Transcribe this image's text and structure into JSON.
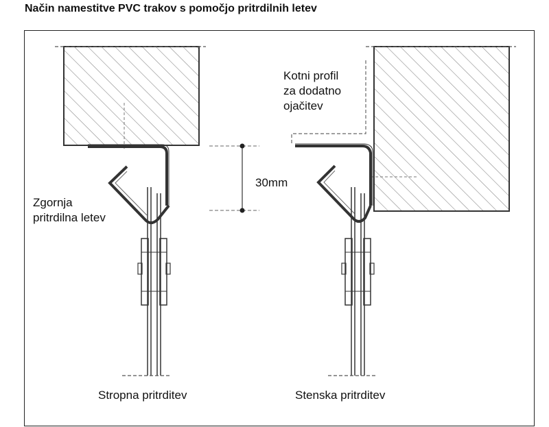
{
  "title": "Način namestitve PVC trakov s pomočjo pritrdilnih letev",
  "labels": {
    "upper_strip_line1": "Zgornja",
    "upper_strip_line2": "pritrdilna letev",
    "corner_profile_line1": "Kotni profil",
    "corner_profile_line2": "za dodatno",
    "corner_profile_line3": "ojačitev",
    "dimension": "30mm",
    "ceiling_mount": "Stropna pritrditev",
    "wall_mount": "Stenska pritrditev"
  },
  "colors": {
    "line": "#333333",
    "hatch": "#8a8a8a",
    "dashed": "#666666",
    "background": "#ffffff"
  }
}
